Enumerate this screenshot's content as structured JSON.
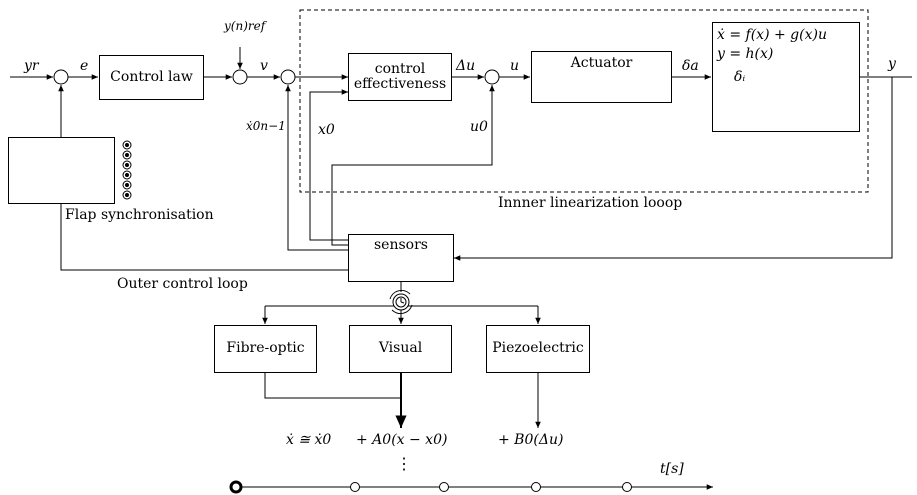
{
  "blocks": {
    "control_law": "Control law",
    "control_effectiveness": "control effectiveness",
    "actuator": "Actuator",
    "sensors": "sensors",
    "fibre_optic": "Fibre-optic",
    "visual": "Visual",
    "piezoelectric": "Piezoelectric"
  },
  "plant": {
    "eq1": "ẋ = f(x) + g(x)u",
    "eq2": "y = h(x)",
    "delta_i": "δᵢ"
  },
  "signals": {
    "y_r": "yr",
    "e": "e",
    "y_ref": "y(n)ref",
    "v": "v",
    "delta_u": "Δu",
    "u": "u",
    "delta_a": "δa",
    "y": "y",
    "x_dot_0": "ẋ0n−1",
    "x_0": "x0",
    "u_0": "u0"
  },
  "captions": {
    "inner_loop": "Innner linearization looop",
    "outer_loop": "Outer control loop",
    "flap_sync": "Flap synchronisation"
  },
  "bottom": {
    "term1": "ẋ ≅ ẋ0",
    "term2": "+ A0(x − x0)",
    "term3": "+ B0(Δu)",
    "dots": "⋮",
    "time_axis": "t[s]"
  }
}
